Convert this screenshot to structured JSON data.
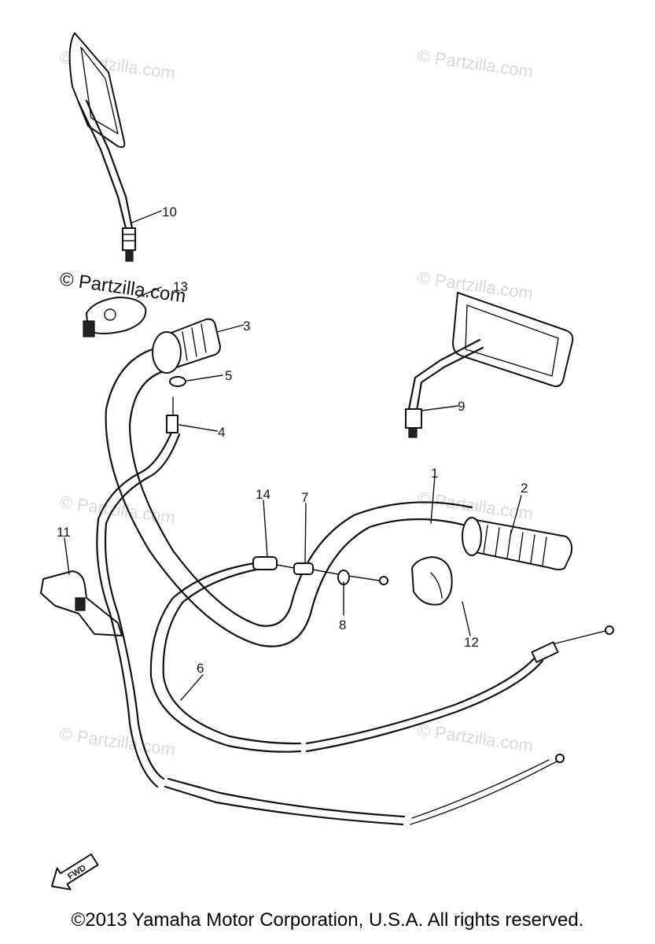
{
  "callouts": {
    "p1": "1",
    "p2": "2",
    "p3": "3",
    "p4": "4",
    "p5": "5",
    "p6": "6",
    "p7": "7",
    "p8": "8",
    "p9": "9",
    "p10": "10",
    "p11": "11",
    "p12": "12",
    "p13": "13",
    "p14": "14"
  },
  "watermark": {
    "text": "© Partzilla.com"
  },
  "fwd_label": "FWD",
  "copyright": "©2013  Yamaha Motor Corporation, U.S.A. All rights reserved."
}
